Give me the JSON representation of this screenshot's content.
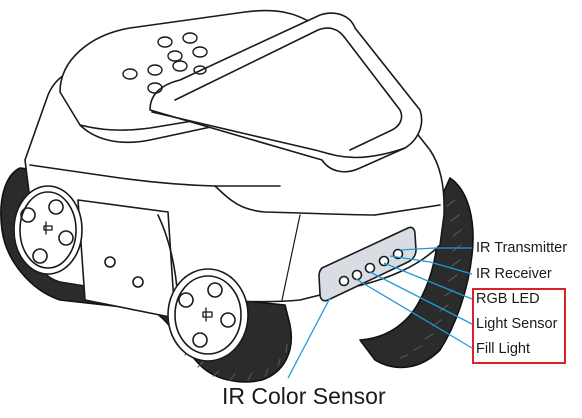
{
  "labels": {
    "ir_transmitter": "IR Transmitter",
    "ir_receiver": "IR Receiver",
    "rgb_led": "RGB LED",
    "light_sensor": "Light Sensor",
    "fill_light": "Fill Light"
  },
  "caption": "IR Color Sensor",
  "colors": {
    "leader_line": "#1d9ad8",
    "highlight_box": "#d8232a",
    "outline": "#1a1a1a",
    "track": "#2b2b2b",
    "sensor_panel": "#d9dde3"
  }
}
